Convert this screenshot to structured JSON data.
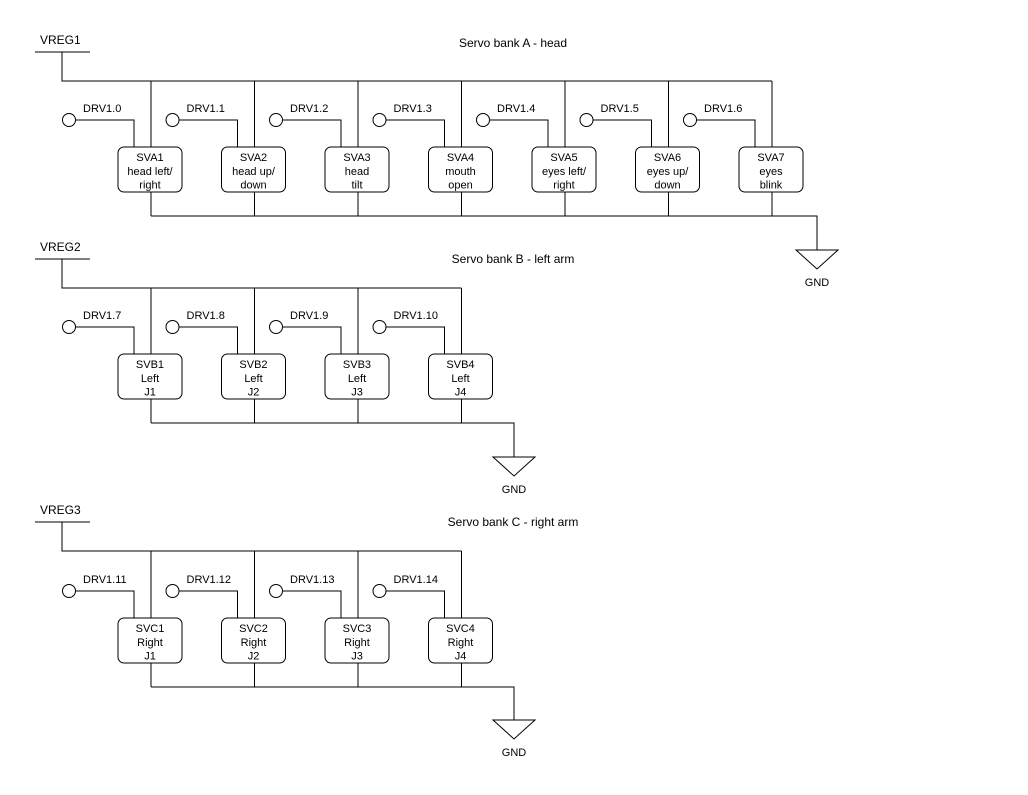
{
  "banks": [
    {
      "id": "a",
      "title": "Servo bank A - head",
      "supply": "VREG1",
      "ground": "GND",
      "servos": [
        {
          "name": "SVA1",
          "lines": [
            "head left/",
            "right"
          ],
          "drive": "DRV1.0"
        },
        {
          "name": "SVA2",
          "lines": [
            "head up/",
            "down"
          ],
          "drive": "DRV1.1"
        },
        {
          "name": "SVA3",
          "lines": [
            "head",
            "tilt"
          ],
          "drive": "DRV1.2"
        },
        {
          "name": "SVA4",
          "lines": [
            "mouth",
            "open"
          ],
          "drive": "DRV1.3"
        },
        {
          "name": "SVA5",
          "lines": [
            "eyes left/",
            "right"
          ],
          "drive": "DRV1.4"
        },
        {
          "name": "SVA6",
          "lines": [
            "eyes up/",
            "down"
          ],
          "drive": "DRV1.5"
        },
        {
          "name": "SVA7",
          "lines": [
            "eyes",
            "blink"
          ],
          "drive": "DRV1.6"
        }
      ]
    },
    {
      "id": "b",
      "title": "Servo bank B - left arm",
      "supply": "VREG2",
      "ground": "GND",
      "servos": [
        {
          "name": "SVB1",
          "lines": [
            "Left",
            "J1"
          ],
          "drive": "DRV1.7"
        },
        {
          "name": "SVB2",
          "lines": [
            "Left",
            "J2"
          ],
          "drive": "DRV1.8"
        },
        {
          "name": "SVB3",
          "lines": [
            "Left",
            "J3"
          ],
          "drive": "DRV1.9"
        },
        {
          "name": "SVB4",
          "lines": [
            "Left",
            "J4"
          ],
          "drive": "DRV1.10"
        }
      ]
    },
    {
      "id": "c",
      "title": "Servo bank C - right arm",
      "supply": "VREG3",
      "ground": "GND",
      "servos": [
        {
          "name": "SVC1",
          "lines": [
            "Right",
            "J1"
          ],
          "drive": "DRV1.11"
        },
        {
          "name": "SVC2",
          "lines": [
            "Right",
            "J2"
          ],
          "drive": "DRV1.12"
        },
        {
          "name": "SVC3",
          "lines": [
            "Right",
            "J3"
          ],
          "drive": "DRV1.13"
        },
        {
          "name": "SVC4",
          "lines": [
            "Right",
            "J4"
          ],
          "drive": "DRV1.14"
        }
      ]
    }
  ]
}
